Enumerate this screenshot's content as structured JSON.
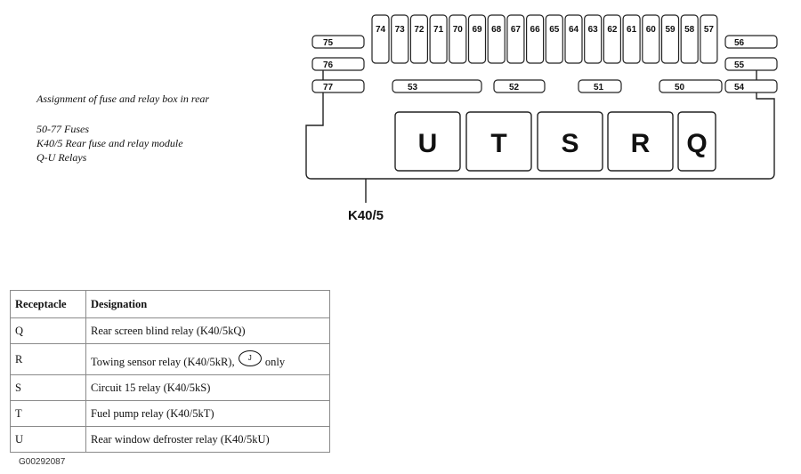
{
  "caption": {
    "title": "Assignment of fuse and relay box in rear",
    "line_fuses": "50-77 Fuses",
    "line_module": "K40/5 Rear fuse and relay module",
    "line_relays": "Q-U Relays"
  },
  "diagram": {
    "module_label": "K40/5",
    "top_fuses": [
      "74",
      "73",
      "72",
      "71",
      "70",
      "69",
      "68",
      "67",
      "66",
      "65",
      "64",
      "63",
      "62",
      "61",
      "60",
      "59",
      "58",
      "57"
    ],
    "left_fuses": [
      "75",
      "76",
      "77"
    ],
    "right_fuses": [
      "56",
      "55",
      "54"
    ],
    "middle_fuses": [
      "53",
      "52",
      "51",
      "50"
    ],
    "relays": [
      "U",
      "T",
      "S",
      "R",
      "Q"
    ]
  },
  "table": {
    "headers": [
      "Receptacle",
      "Designation"
    ],
    "rows": [
      {
        "receptacle": "Q",
        "designation": "Rear screen blind relay (K40/5kQ)"
      },
      {
        "receptacle": "R",
        "designation": "Towing sensor relay (K40/5kR),",
        "badge": "J",
        "suffix": "only"
      },
      {
        "receptacle": "S",
        "designation": "Circuit 15 relay (K40/5kS)"
      },
      {
        "receptacle": "T",
        "designation": "Fuel pump relay (K40/5kT)"
      },
      {
        "receptacle": "U",
        "designation": "Rear window defroster relay (K40/5kU)"
      }
    ]
  },
  "figure_code": "G00292087"
}
